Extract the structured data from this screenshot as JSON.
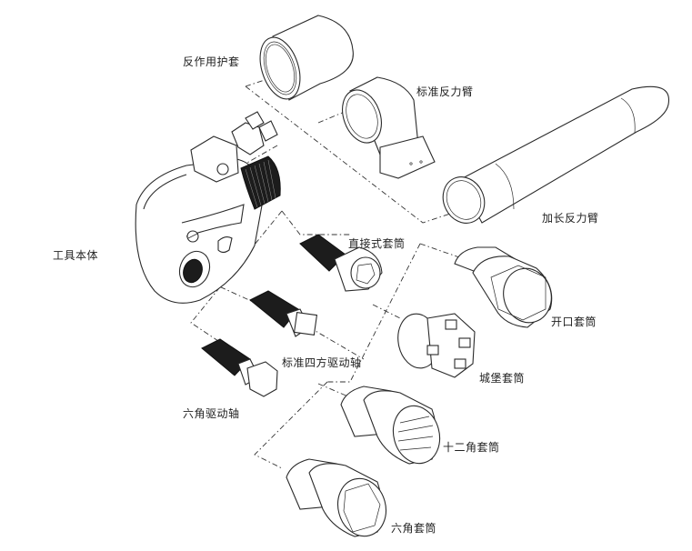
{
  "diagram": {
    "title": "",
    "parts": [
      {
        "id": "reaction-guard",
        "label": "反作用护套"
      },
      {
        "id": "standard-reaction-arm",
        "label": "标准反力臂"
      },
      {
        "id": "extended-reaction-arm",
        "label": "加长反力臂"
      },
      {
        "id": "tool-body",
        "label": "工具本体"
      },
      {
        "id": "direct-socket",
        "label": "直接式套筒"
      },
      {
        "id": "open-socket",
        "label": "开口套筒"
      },
      {
        "id": "standard-square-drive",
        "label": "标准四方驱动轴"
      },
      {
        "id": "castle-socket",
        "label": "城堡套筒"
      },
      {
        "id": "hex-drive",
        "label": "六角驱动轴"
      },
      {
        "id": "twelve-point-socket",
        "label": "十二角套筒"
      },
      {
        "id": "hex-socket",
        "label": "六角套筒"
      }
    ]
  }
}
